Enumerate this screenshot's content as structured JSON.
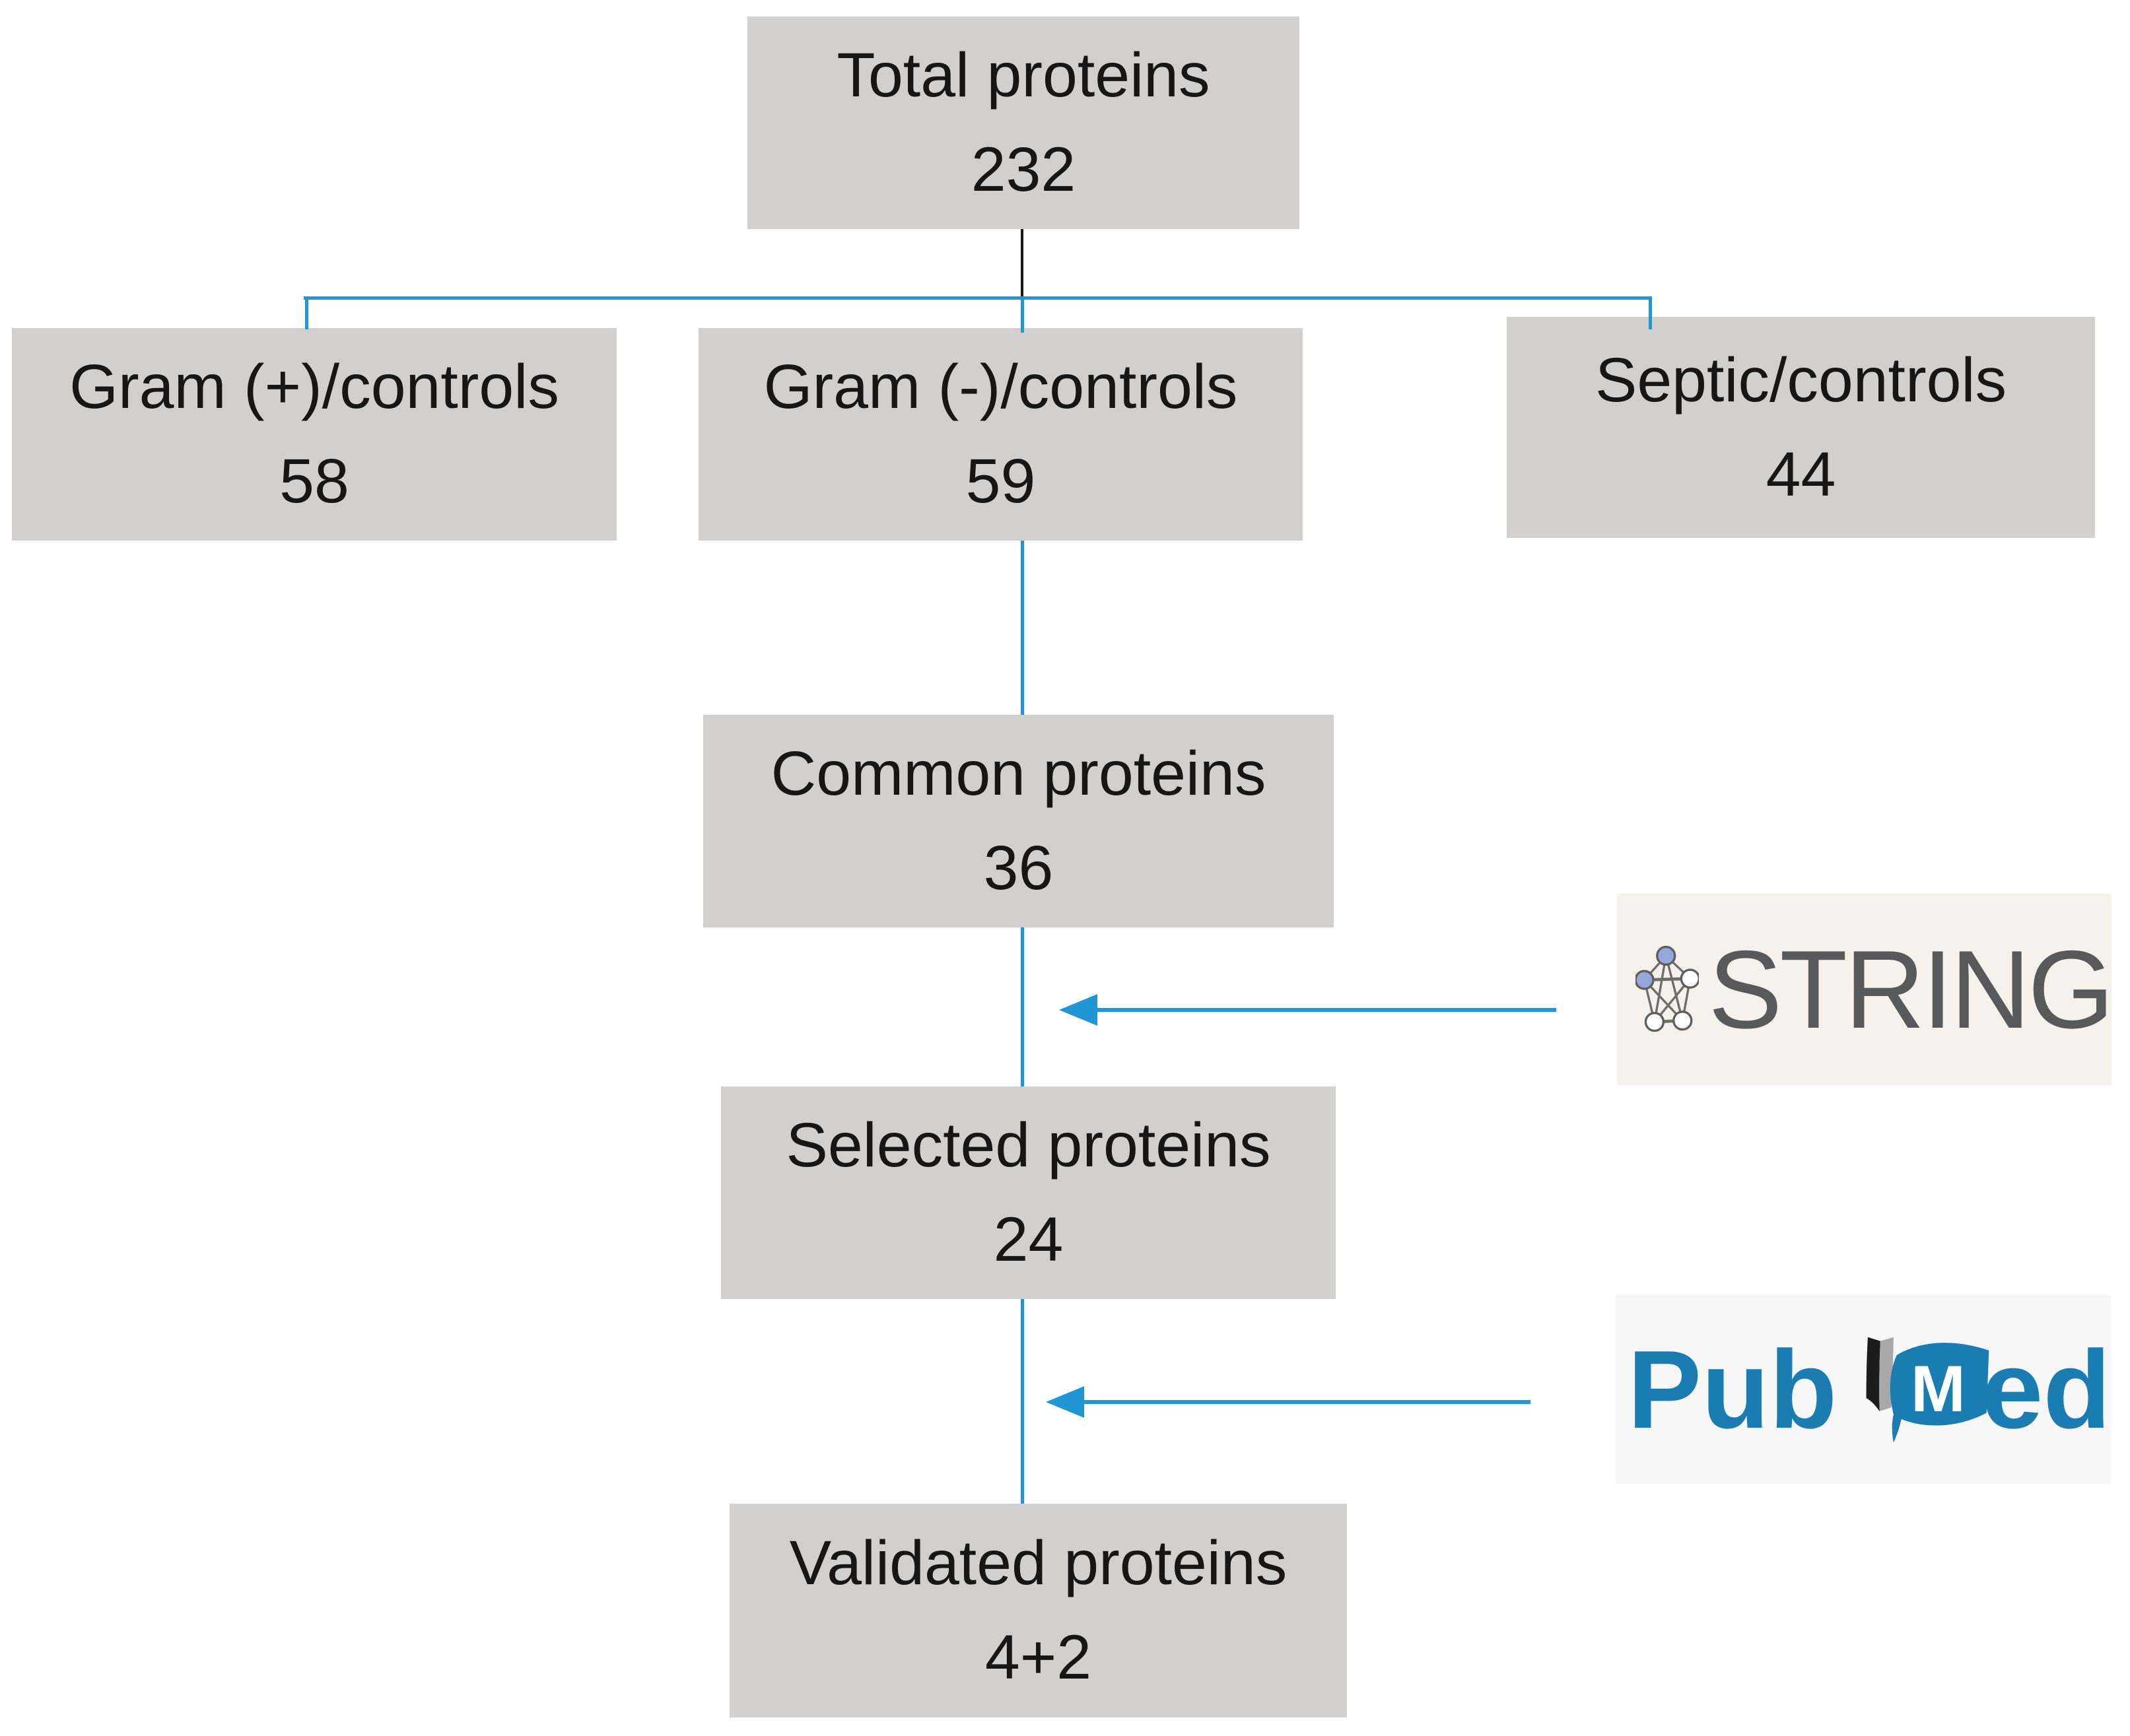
{
  "figure": {
    "type": "flowchart",
    "description": "Protein selection workflow"
  },
  "boxes": [
    {
      "id": "total",
      "label": "Total proteins",
      "value": "232"
    },
    {
      "id": "gram-positive",
      "label": "Gram (+)/controls",
      "value": "58"
    },
    {
      "id": "gram-negative",
      "label": "Gram (-)/controls",
      "value": "59"
    },
    {
      "id": "septic",
      "label": "Septic/controls",
      "value": "44"
    },
    {
      "id": "common",
      "label": "Common proteins",
      "value": "36"
    },
    {
      "id": "selected",
      "label": "Selected proteins",
      "value": "24"
    },
    {
      "id": "validated",
      "label": "Validated proteins",
      "value": "4+2"
    }
  ],
  "logos": {
    "string": {
      "text": "STRING"
    },
    "pubmed": {
      "prefix": "Pub",
      "m": "M",
      "suffix": "ed"
    }
  },
  "colors": {
    "box_fill": "#d1d0ce",
    "connector_blue": "#2196d5",
    "stem_black": "#1a1a1a",
    "string_bg": "#f4f2ea",
    "string_text": "#58595b",
    "string_node_purple": "#98a7d9",
    "pubmed_bg": "#f7f7f7",
    "pubmed_blue": "#1a7cb0",
    "book_black": "#1c1c1c",
    "book_gray": "#a8a8a8"
  }
}
